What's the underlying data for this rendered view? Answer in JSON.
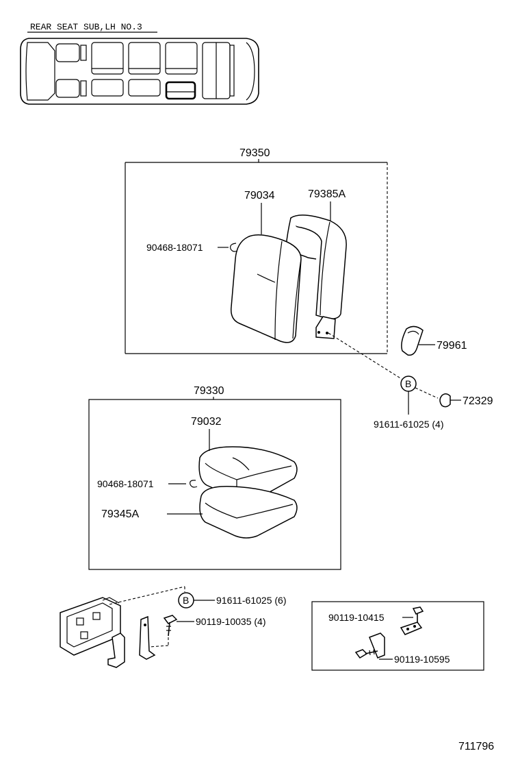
{
  "header": {
    "location_label": "REAR SEAT SUB,LH NO.3"
  },
  "assemblies": {
    "back_assy": "79350",
    "cushion_assy": "79330"
  },
  "parts": {
    "back_cover": "79034",
    "back_pad": "79385A",
    "back_hog_ring": "90468-18071",
    "hinge_cover": "79961",
    "hinge_cap": "72329",
    "back_bolt": "91611-61025 (4)",
    "cushion_cover": "79032",
    "cushion_hog_ring": "90468-18071",
    "cushion_pad": "79345A",
    "frame_bolt": "91611-61025 (6)",
    "leg_bolt": "90119-10035 (4)",
    "bracket_bolt_a": "90119-10415",
    "bracket_bolt_b": "90119-10595"
  },
  "callout_letter": "B",
  "illustration_number": "711796"
}
